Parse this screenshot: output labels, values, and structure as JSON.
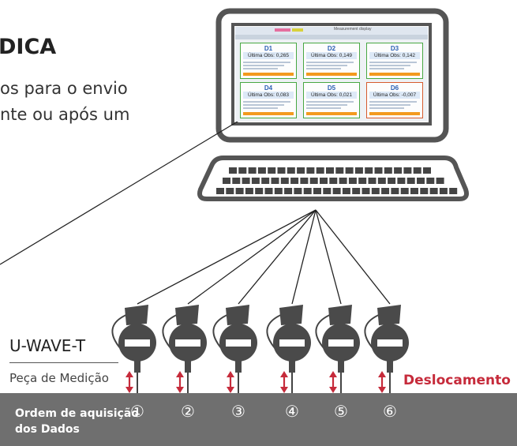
{
  "heading": "DICA",
  "description": {
    "line1": "os para o envio",
    "line2": "nte ou após um"
  },
  "screen": {
    "title": "Measurement display",
    "panels": [
      {
        "name": "D1",
        "obs": "Última Obs: 0,265",
        "alert": false
      },
      {
        "name": "D2",
        "obs": "Última Obs: 0,149",
        "alert": false
      },
      {
        "name": "D3",
        "obs": "Última Obs: 0,142",
        "alert": false
      },
      {
        "name": "D4",
        "obs": "Última Obs: 0,083",
        "alert": false
      },
      {
        "name": "D5",
        "obs": "Última Obs: 0,021",
        "alert": false
      },
      {
        "name": "D6",
        "obs": "Última Obs: -0,007",
        "alert": true
      }
    ]
  },
  "labels": {
    "uwave": "U-WAVE-T",
    "peca": "Peça de Medição",
    "deslocamento": "Deslocamento",
    "ordem_line1": "Ordem de aquisição",
    "ordem_line2": "dos Dados"
  },
  "order_numbers": [
    "①",
    "②",
    "③",
    "④",
    "⑤",
    "⑥"
  ],
  "colors": {
    "accent_red": "#c62b3b",
    "bar": "#6f6f6f",
    "panel_green": "#48a843",
    "panel_alert": "#d65b2e"
  }
}
